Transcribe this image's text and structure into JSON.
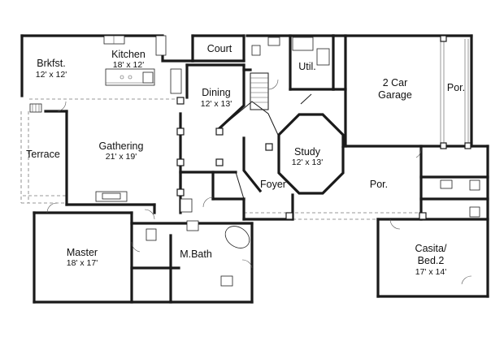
{
  "rooms": {
    "breakfast": {
      "name": "Brkfst.",
      "size": "12' x 12'"
    },
    "kitchen": {
      "name": "Kitchen",
      "size": "18' x 12'"
    },
    "court": {
      "name": "Court"
    },
    "util": {
      "name": "Util."
    },
    "garage": {
      "name_line1": "2 Car",
      "name_line2": "Garage"
    },
    "porch_garage": {
      "name": "Por."
    },
    "dining": {
      "name": "Dining",
      "size": "12' x 13'"
    },
    "terrace": {
      "name": "Terrace"
    },
    "gathering": {
      "name": "Gathering",
      "size": "21' x 19'"
    },
    "study": {
      "name": "Study",
      "size": "12' x 13'"
    },
    "foyer": {
      "name": "Foyer"
    },
    "porch_entry": {
      "name": "Por."
    },
    "master": {
      "name": "Master",
      "size": "18' x 17'"
    },
    "master_bath": {
      "name": "M.Bath"
    },
    "casita": {
      "name_line1": "Casita/",
      "name_line2": "Bed.2",
      "size": "17' x 14'"
    }
  }
}
